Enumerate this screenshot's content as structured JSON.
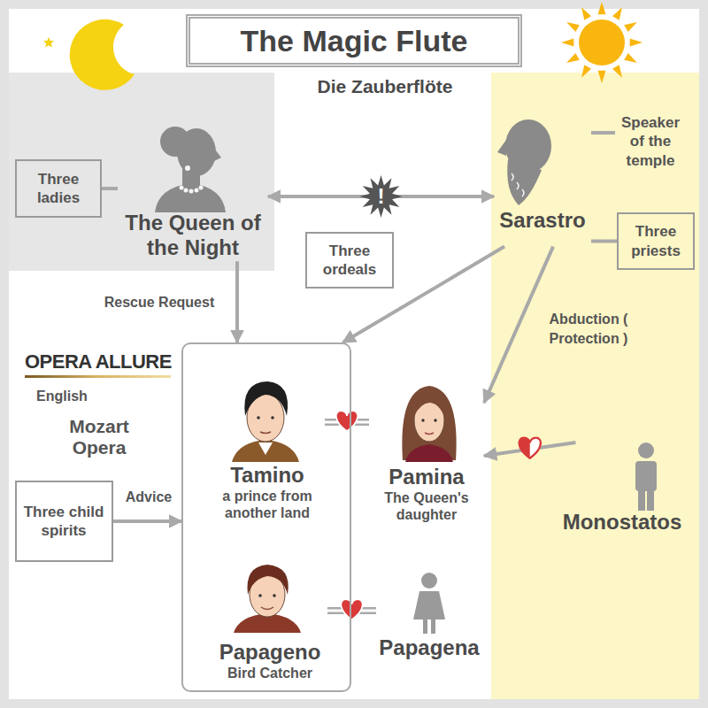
{
  "diagram": {
    "title": "The Magic Flute",
    "nodes": [
      {
        "text": [
          "Three ladies"
        ]
      },
      {
        "text": [
          "The Queen of the Night"
        ]
      },
      {
        "text": [
          "Sarastro"
        ]
      },
      {
        "text": [
          "Speaker of the temple"
        ]
      },
      {
        "text": [
          "Three priests"
        ]
      },
      {
        "text": [
          "Three ordeals"
        ]
      },
      {
        "text": []
      },
      {
        "text": [
          "Tamino",
          "a prince from another land"
        ],
        "in": 6
      },
      {
        "text": [
          "Papageno",
          "Bird Catcher"
        ],
        "in": 6
      },
      {
        "text": [
          "Pamina",
          "The Queen's daughter"
        ]
      },
      {
        "text": [
          "Papagena"
        ]
      },
      {
        "text": [
          "Three child spirits"
        ]
      },
      {
        "text": [
          "Monostatos"
        ]
      }
    ],
    "edges": [
      {
        "from": 0,
        "to": 1,
        "arrow": "none"
      },
      {
        "from": 1,
        "to": 2,
        "arrow": "both"
      },
      {
        "from": 2,
        "to": 3,
        "arrow": "none"
      },
      {
        "from": 2,
        "to": 4,
        "arrow": "none"
      },
      {
        "from": 1,
        "to": 6,
        "label": "Rescue Request",
        "arrow": "to"
      },
      {
        "from": 2,
        "to": 6,
        "arrow": "to"
      },
      {
        "from": 2,
        "to": 9,
        "label": "Abduction ( Protection )",
        "arrow": "to"
      },
      {
        "from": 12,
        "to": 9,
        "arrow": "to"
      },
      {
        "from": 11,
        "to": 6,
        "label": "Advice",
        "arrow": "to"
      },
      {
        "from": 7,
        "to": 9,
        "arrow": "none"
      },
      {
        "from": 8,
        "to": 10,
        "arrow": "none"
      }
    ],
    "labels": [
      "Die Zauberflöte",
      "!",
      "OPERA ALLURE",
      "English",
      "Mozart Opera"
    ]
  }
}
